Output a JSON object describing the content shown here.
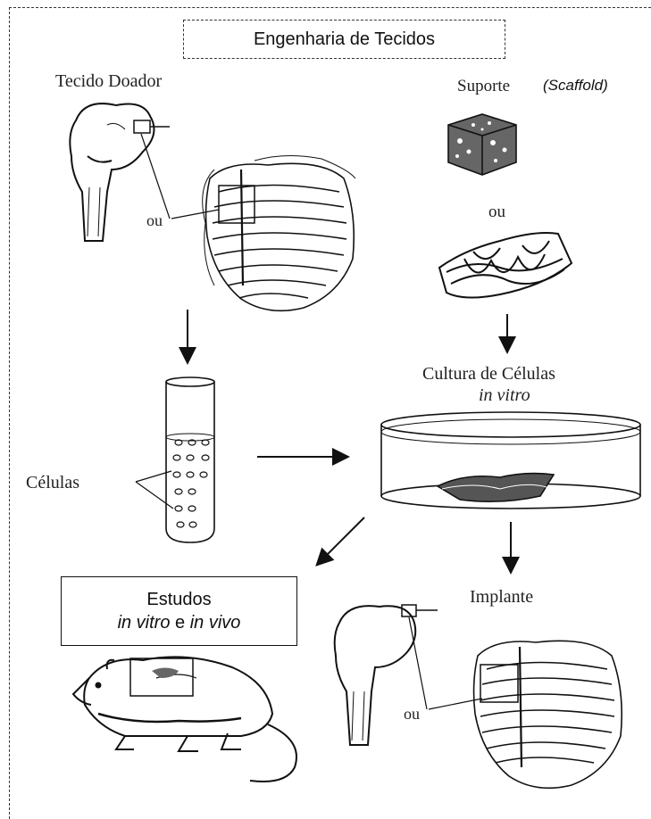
{
  "title": "Engenharia de Tecidos",
  "labels": {
    "donor_tissue": "Tecido Doador",
    "scaffold": "Suporte",
    "scaffold_italic": "(Scaffold)",
    "or_donor": "ou",
    "or_scaffold": "ou",
    "or_implant": "ou",
    "cells": "Células",
    "culture_line1": "Cultura de Células",
    "culture_line2": "in vitro",
    "implant": "Implante"
  },
  "studies": {
    "line1": "Estudos",
    "line2_a": "in vitro",
    "line2_b": " e ",
    "line2_c": "in vivo"
  },
  "icons": [
    "knee-bone-icon",
    "ribcage-icon",
    "porous-block-icon",
    "fiber-mesh-icon",
    "test-tube-icon",
    "petri-dish-icon",
    "rat-icon"
  ]
}
